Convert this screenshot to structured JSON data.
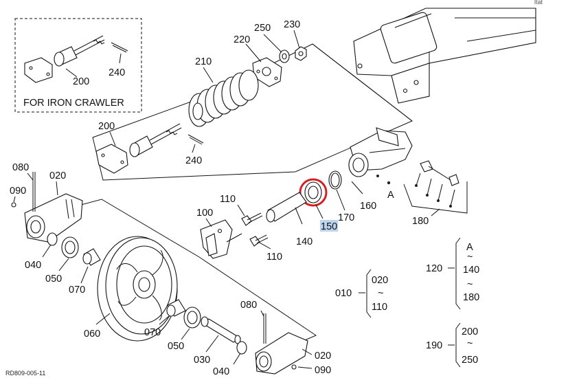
{
  "corner_text": "ltat",
  "drawing_code": "RD809-005-11",
  "inset_title": "FOR IRON CRAWLER",
  "parts": {
    "p010": "010",
    "p020a": "020",
    "p020b": "020",
    "p030": "030",
    "p040a": "040",
    "p040b": "040",
    "p050a": "050",
    "p050b": "050",
    "p060": "060",
    "p070a": "070",
    "p070b": "070",
    "p080a": "080",
    "p080b": "080",
    "p090a": "090",
    "p090b": "090",
    "p100": "100",
    "p110a": "110",
    "p110b": "110",
    "p120": "120",
    "p140": "140",
    "p150": "150",
    "p160": "160",
    "p170": "170",
    "p180": "180",
    "p190": "190",
    "p200a": "200",
    "p200b": "200",
    "p210": "210",
    "p220": "220",
    "p230": "230",
    "p240a": "240",
    "p240b": "240",
    "p250": "250",
    "ref_a": "A"
  },
  "groups": {
    "g010": {
      "from": "020",
      "tilde": "~",
      "to": "110"
    },
    "g120": {
      "top": "A",
      "mid": "140",
      "tilde1": "~",
      "tilde2": "~",
      "bottom": "180"
    },
    "g190": {
      "from": "200",
      "tilde": "~",
      "to": "250"
    }
  },
  "highlight": {
    "part": "150",
    "marker_color": "#d42020",
    "highlight_color": "#bcd4ee"
  }
}
